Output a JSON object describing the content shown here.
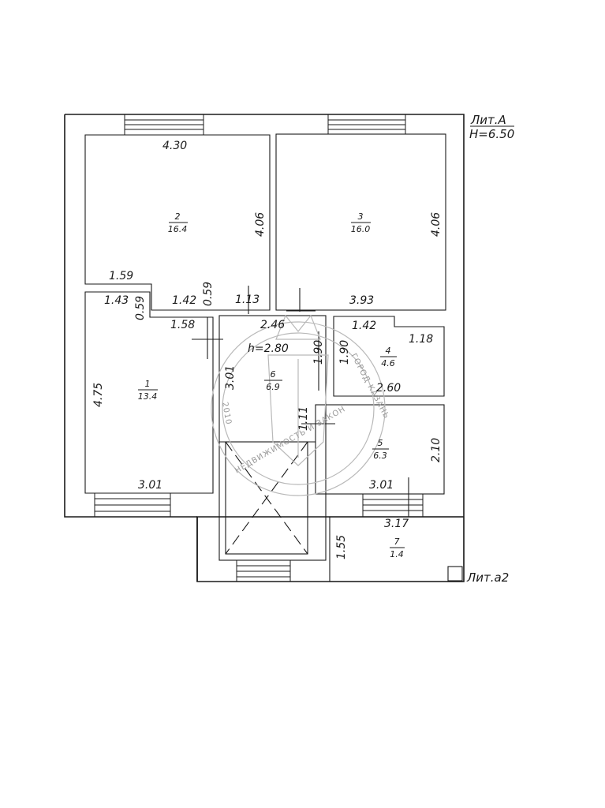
{
  "building": {
    "label": "Лит.А",
    "height": "H=6.50",
    "annex_label": "Лит.а2"
  },
  "rooms": [
    {
      "number": "1",
      "area": "13.4"
    },
    {
      "number": "2",
      "area": "16.4"
    },
    {
      "number": "3",
      "area": "16.0"
    },
    {
      "number": "4",
      "area": "4.6"
    },
    {
      "number": "5",
      "area": "6.3"
    },
    {
      "number": "6",
      "area": "6.9"
    },
    {
      "number": "7",
      "area": "1.4"
    }
  ],
  "ceiling_height": "h=2.80",
  "dimensions": {
    "room2_top": "4.30",
    "room2_right": "4.06",
    "room2_bottom_left": "1.59",
    "room2_bottom_mid": "1.42",
    "room2_step": "0.59",
    "room3_right": "4.06",
    "room3_bottom": "3.93",
    "room1_top_a": "1.43",
    "room1_top_b": "0.59",
    "room1_top_c": "1.58",
    "room1_left": "4.75",
    "room1_bottom": "3.01",
    "hall_top_a": "1.13",
    "hall_top_b": "2.46",
    "hall_left": "3.01",
    "hall_right_a": "1.90",
    "hall_right_b": "1.11",
    "room4_top_a": "1.42",
    "room4_top_b": "1.18",
    "room4_left": "1.90",
    "room4_bottom": "2.60",
    "room5_right": "2.10",
    "room5_bottom": "3.01",
    "room7_top": "3.17",
    "room7_left": "1.55"
  },
  "stamp": {
    "line1": "ГОРОД КАЗАНЬ",
    "line2": "НЕДВИЖИМОСТЬ И ЗАКОН",
    "line3": "2010"
  }
}
